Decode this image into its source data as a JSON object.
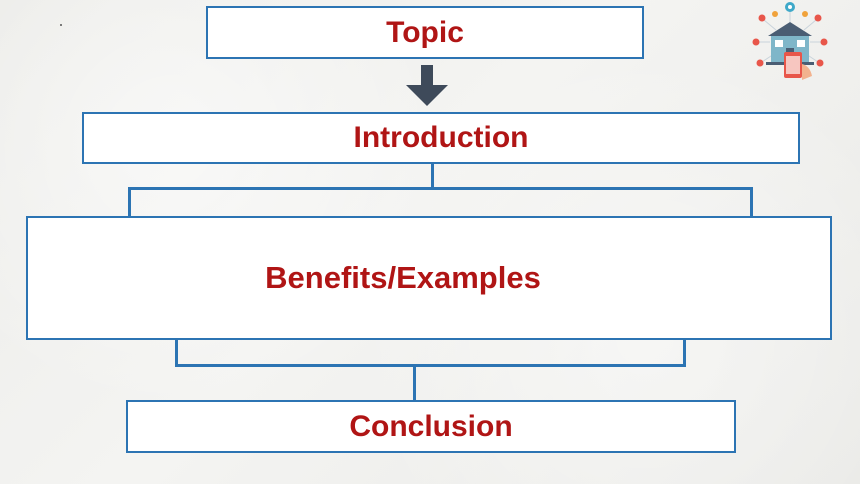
{
  "diagram": {
    "nodes": {
      "topic": "Topic",
      "introduction": "Introduction",
      "benefits": "Benefits/Examples",
      "conclusion": "Conclusion"
    }
  },
  "logo": {
    "icon": "smart-home-icon"
  },
  "colors": {
    "box_border": "#2c74b3",
    "label_text": "#b01515",
    "arrow": "#3e4a5a"
  }
}
